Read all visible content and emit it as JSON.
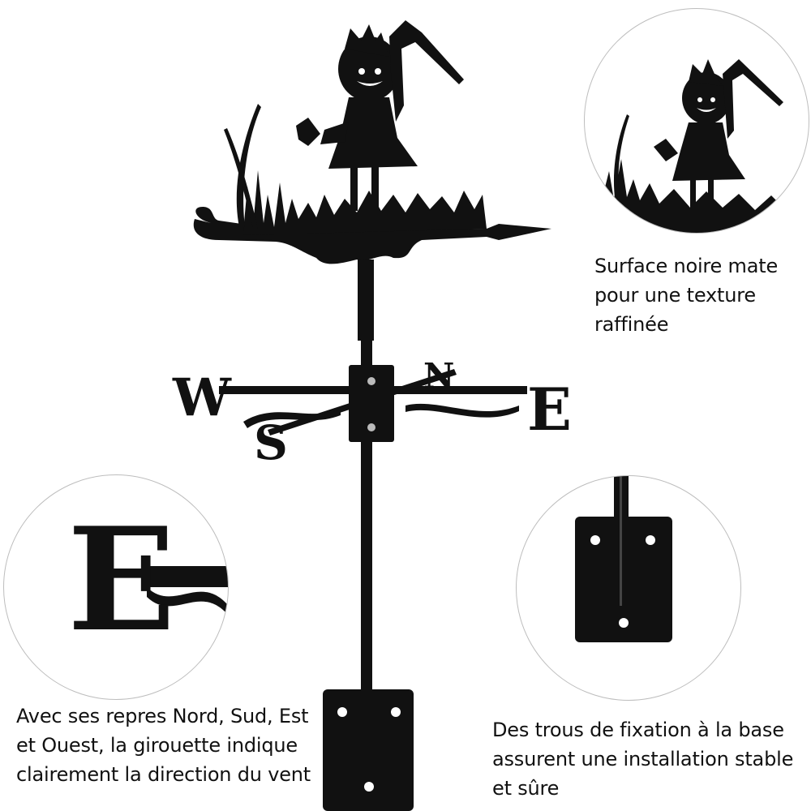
{
  "product": {
    "compass_letters": {
      "north": "N",
      "south": "S",
      "east": "E",
      "west": "W"
    }
  },
  "callouts": {
    "finish": {
      "lines": [
        "Surface noire mate",
        "pour une texture",
        "raffinée"
      ]
    },
    "directions": {
      "lines": [
        "Avec ses repres Nord, Sud, Est",
        "et Ouest, la girouette indique",
        "clairement la direction du vent"
      ],
      "zoom_letter": "E"
    },
    "mounting": {
      "lines": [
        "Des trous de fixation à la base",
        "assurent une installation stable",
        "et sûre"
      ]
    }
  },
  "colors": {
    "metal": "#111111",
    "background": "#ffffff",
    "circle_border": "#bdbdbd"
  }
}
